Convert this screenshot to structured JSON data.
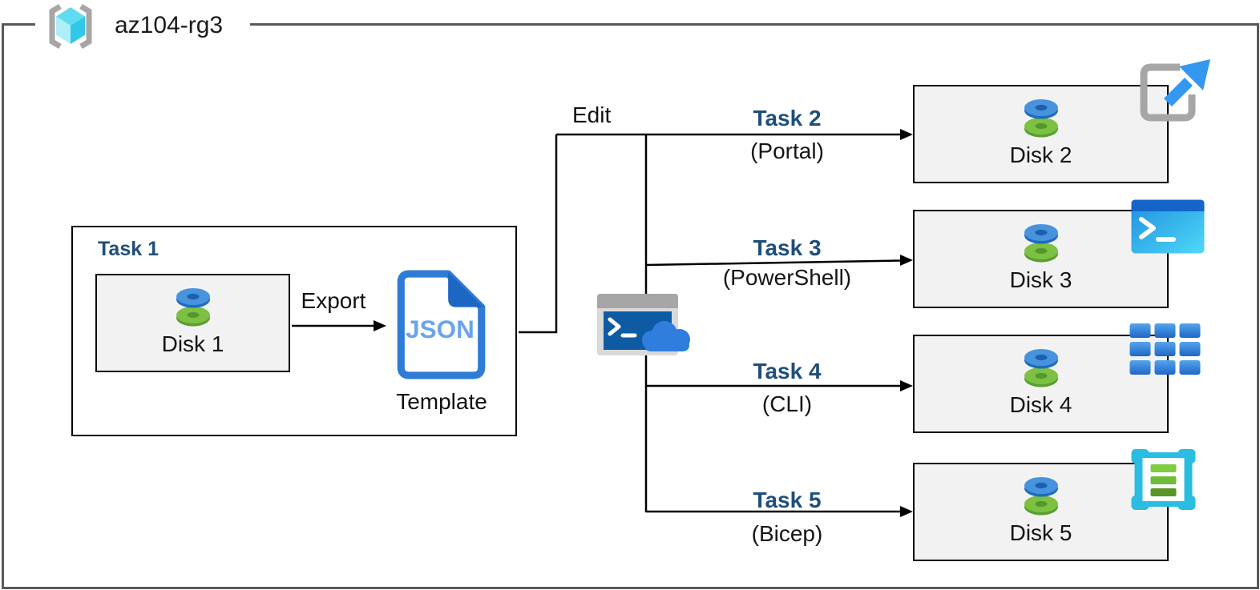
{
  "diagram": {
    "resource_group": {
      "name": "az104-rg3",
      "icon": "resource-group-icon"
    },
    "source": {
      "title": "Task 1",
      "disk_label": "Disk 1",
      "disk_icon": "managed-disk-icon",
      "export_label": "Export",
      "document_icon": "json-template-icon",
      "document_text": "JSON",
      "document_caption": "Template"
    },
    "edit_label": "Edit",
    "shell_icon": "cloud-shell-icon",
    "targets": [
      {
        "task": "Task 2",
        "method": "(Portal)",
        "disk_label": "Disk 2",
        "disk_icon": "managed-disk-icon",
        "corner_icon": "azure-portal-icon"
      },
      {
        "task": "Task 3",
        "method": "(PowerShell)",
        "disk_label": "Disk 3",
        "disk_icon": "managed-disk-icon",
        "corner_icon": "powershell-icon"
      },
      {
        "task": "Task 4",
        "method": "(CLI)",
        "disk_label": "Disk 4",
        "disk_icon": "managed-disk-icon",
        "corner_icon": "azure-cli-icon"
      },
      {
        "task": "Task 5",
        "method": "(Bicep)",
        "disk_label": "Disk 5",
        "disk_icon": "managed-disk-icon",
        "corner_icon": "bicep-icon"
      }
    ],
    "colors": {
      "task_label": "#1F4E79",
      "box_fill": "#F2F2F2",
      "box_border": "#000000",
      "frame_border": "#595959",
      "connector": "#000000",
      "json_doc_blue": "#2E7CD6",
      "json_text_blue": "#6AA4EC",
      "cloud_blue": "#2F7EDE",
      "cube_cyan": "#45D5EC",
      "disk_blue": "#4793DD",
      "disk_green": "#7CC142"
    }
  }
}
